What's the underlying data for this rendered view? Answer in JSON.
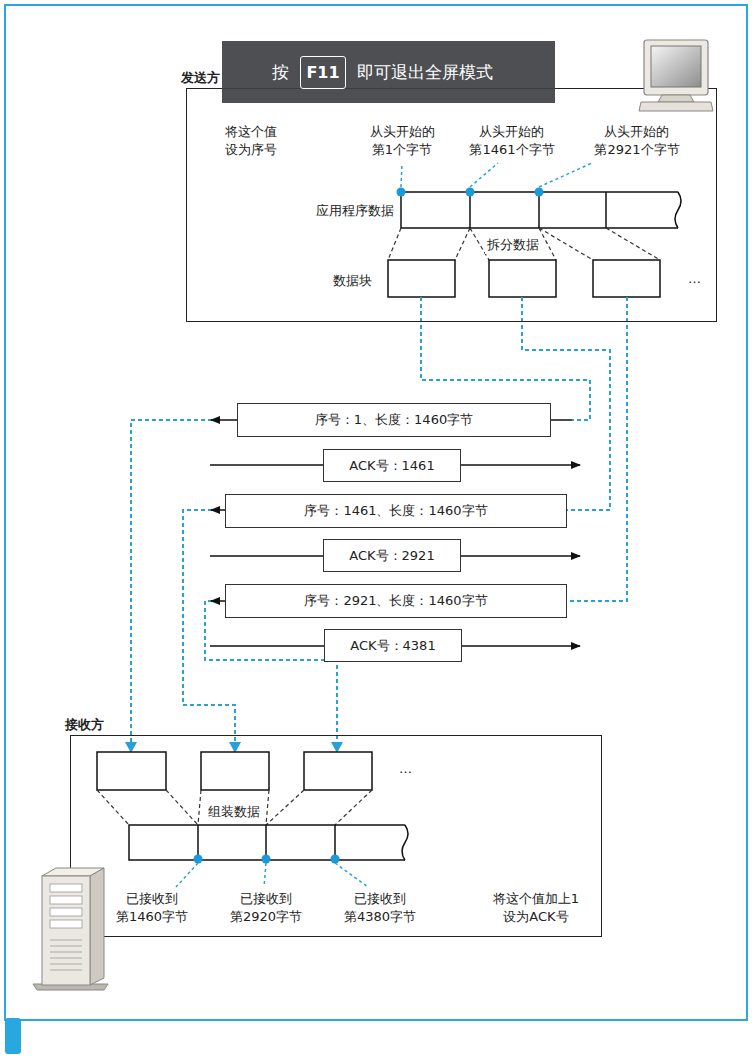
{
  "diagram": {
    "nodes": [
      {
        "text": [
          "按",
          "即可退出全屏模式"
        ]
      },
      {
        "text": [
          "F11"
        ],
        "in": 0
      },
      {
        "text": [
          "发送方"
        ]
      },
      {
        "text": [
          "序号：1、长度：1460字节"
        ]
      },
      {
        "text": [
          "ACK号：1461"
        ]
      },
      {
        "text": [
          "序号：1461、长度：1460字节"
        ]
      },
      {
        "text": [
          "ACK号：2921"
        ]
      },
      {
        "text": [
          "序号：2921、长度：1460字节"
        ]
      },
      {
        "text": [
          "ACK号：4381"
        ]
      },
      {
        "text": [
          "接收方"
        ]
      }
    ],
    "labels": [
      "将这个值 设为序号",
      "从头开始的 第1个字节",
      "从头开始的 第1461个字节",
      "从头开始的 第2921个字节",
      "应用程序数据",
      "拆分数据",
      "数据块",
      "…",
      "…",
      "组装数据",
      "已接收到 第1460字节",
      "已接收到 第2920字节",
      "已接收到 第4380字节",
      "将这个值加上1 设为ACK号"
    ]
  }
}
